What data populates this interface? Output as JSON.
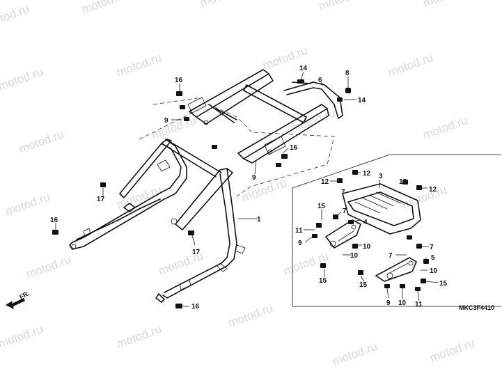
{
  "watermark": "motod.ru",
  "diagram_code": "MKC3F4410",
  "front_indicator": "FR.",
  "callouts": [
    {
      "id": "c1",
      "label": "1"
    },
    {
      "id": "c3",
      "label": "3"
    },
    {
      "id": "c4",
      "label": "4"
    },
    {
      "id": "c5",
      "label": "5"
    },
    {
      "id": "c6",
      "label": "6"
    },
    {
      "id": "c7a",
      "label": "7"
    },
    {
      "id": "c7b",
      "label": "7"
    },
    {
      "id": "c7c",
      "label": "7"
    },
    {
      "id": "c7d",
      "label": "7"
    },
    {
      "id": "c8",
      "label": "8"
    },
    {
      "id": "c9a",
      "label": "9"
    },
    {
      "id": "c9b",
      "label": "9"
    },
    {
      "id": "c9c",
      "label": "9"
    },
    {
      "id": "c9d",
      "label": "9"
    },
    {
      "id": "c10a",
      "label": "10"
    },
    {
      "id": "c10b",
      "label": "10"
    },
    {
      "id": "c10c",
      "label": "10"
    },
    {
      "id": "c10d",
      "label": "10"
    },
    {
      "id": "c11a",
      "label": "11"
    },
    {
      "id": "c11b",
      "label": "11"
    },
    {
      "id": "c12a",
      "label": "12"
    },
    {
      "id": "c12b",
      "label": "12"
    },
    {
      "id": "c12c",
      "label": "12"
    },
    {
      "id": "c12d",
      "label": "12"
    },
    {
      "id": "c14a",
      "label": "14"
    },
    {
      "id": "c14b",
      "label": "14"
    },
    {
      "id": "c15a",
      "label": "15"
    },
    {
      "id": "c15b",
      "label": "15"
    },
    {
      "id": "c15c",
      "label": "15"
    },
    {
      "id": "c15d",
      "label": "15"
    },
    {
      "id": "c16a",
      "label": "16"
    },
    {
      "id": "c16b",
      "label": "16"
    },
    {
      "id": "c16c",
      "label": "16"
    },
    {
      "id": "c16d",
      "label": "16"
    },
    {
      "id": "c17a",
      "label": "17"
    },
    {
      "id": "c17b",
      "label": "17"
    }
  ]
}
